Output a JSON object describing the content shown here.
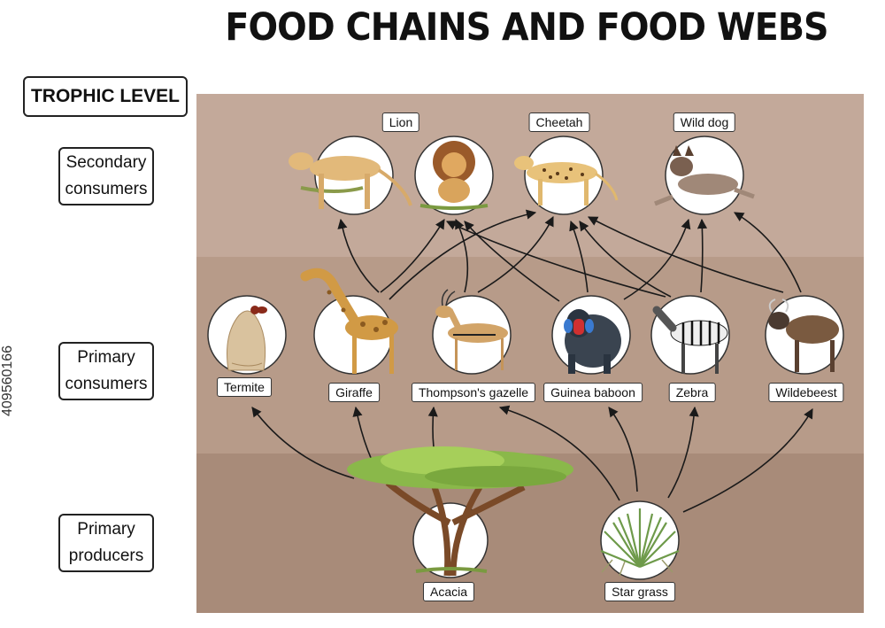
{
  "title": "FOOD CHAINS AND FOOD WEBS",
  "trophic_header": "TROPHIC LEVEL",
  "levels": {
    "secondary": [
      "Secondary",
      "consumers"
    ],
    "primary_consumers": [
      "Primary",
      "consumers"
    ],
    "producers": [
      "Primary",
      "producers"
    ]
  },
  "organisms": {
    "lioness": "",
    "lion": "Lion",
    "cheetah": "Cheetah",
    "wild_dog": "Wild dog",
    "termite": "Termite",
    "giraffe": "Giraffe",
    "gazelle": "Thompson's gazelle",
    "baboon": "Guinea baboon",
    "zebra": "Zebra",
    "wildebeest": "Wildebeest",
    "acacia": "Acacia",
    "star_grass": "Star grass"
  },
  "watermark": "409560166",
  "colors": {
    "band_top": "#c3a99a",
    "band_mid": "#b79b89",
    "band_bottom": "#a88b79",
    "arrow": "#1a1a1a"
  }
}
